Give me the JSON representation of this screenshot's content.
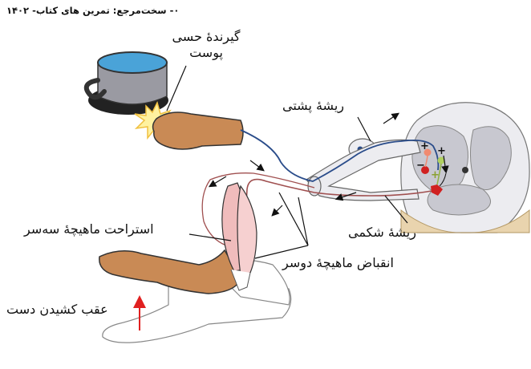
{
  "header": "۰- سخت‌مرجع: تمرین های کتاب- ۱۴۰۲",
  "labels": {
    "receptor_line1": "گیرندهٔ حسی",
    "receptor_line2": "پوست",
    "dorsal_root": "ریشهٔ پشتی",
    "ventral_root": "ریشهٔ شکمی",
    "triceps_relax": "استراحت ماهیچهٔ سه‌سر",
    "biceps_contract": "انقباض ماهیچهٔ دوسر",
    "hand_withdraw": "عقب کشیدن دست"
  },
  "synapse_signs": [
    "+",
    "+",
    "−",
    "+"
  ],
  "colors": {
    "sensory_axon": "#2a4c8a",
    "motor_axon": "#a05050",
    "gray_matter": "#c8c8d0",
    "spinal_cord": "#ececf0",
    "skin": "#c98a55",
    "muscle": "#f0bcbc",
    "withdraw_arrow": "#e02020"
  }
}
